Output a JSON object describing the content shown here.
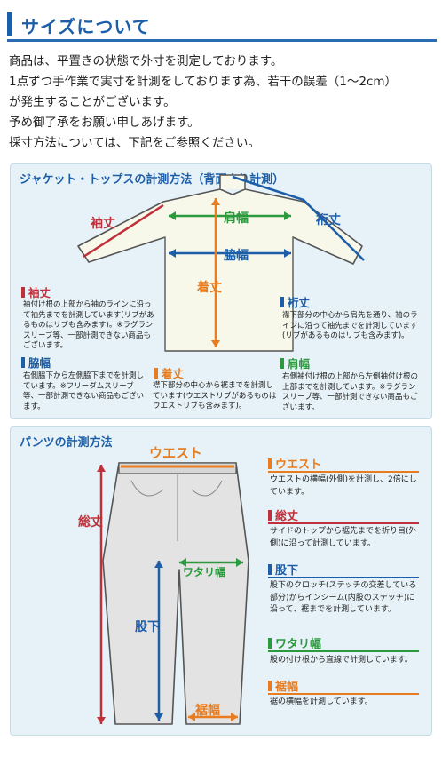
{
  "header": {
    "title": "サイズについて"
  },
  "intro": {
    "lines": [
      "商品は、平置きの状態で外寸を測定しております。",
      "1点ずつ手作業で実寸を計測をしております為、若干の誤差（1〜2cm）",
      "が発生することがございます。",
      "予め御了承をお願い申しあげます。",
      "採寸方法については、下記をご参照ください。"
    ]
  },
  "jacket": {
    "title": "ジャケット・トップスの計測方法（背面より計測）",
    "labels": {
      "sleeve": "袖丈",
      "shoulder": "肩幅",
      "yuki": "裄丈",
      "chest": "脇幅",
      "length": "着丈"
    },
    "items": [
      {
        "label": "袖丈",
        "text": "袖付け根の上部から袖のラインに沿って袖先までを計測しています(リブがあるものはリブも含みます)。※ラグランスリーブ等、一部計測できない商品もございます。"
      },
      {
        "label": "脇幅",
        "text": "右側脇下から左側脇下までを計測しています。※フリーダムスリーブ等、一部計測できない商品もございます。"
      },
      {
        "label": "着丈",
        "text": "襟下部分の中心から裾までを計測しています(ウエストリブがあるものはウエストリブも含みます)。"
      },
      {
        "label": "裄丈",
        "text": "襟下部分の中心から肩先を通り、袖のラインに沿って袖先までを計測しています(リブがあるものはリブも含みます)。"
      },
      {
        "label": "肩幅",
        "text": "右側袖付け根の上部から左側袖付け根の上部までを計測しています。※ラグランスリーブ等、一部計測できない商品もございます。"
      }
    ]
  },
  "pants": {
    "title": "パンツの計測方法",
    "labels": {
      "waist": "ウエスト",
      "outseam": "総丈",
      "thigh": "ワタリ幅",
      "inseam": "股下",
      "hem": "裾幅"
    },
    "items": [
      {
        "label": "ウエスト",
        "text": "ウエストの横幅(外側)を計測し、2倍にしています。"
      },
      {
        "label": "総丈",
        "text": "サイドのトップから裾先までを折り目(外側)に沿って計測しています。"
      },
      {
        "label": "股下",
        "text": "股下のクロッチ(ステッチの交差している部分)からインシーム(内股のステッチ)に沿って、裾までを計測しています。"
      },
      {
        "label": "ワタリ幅",
        "text": "股の付け根から直線で計測しています。"
      },
      {
        "label": "裾幅",
        "text": "裾の横幅を計測しています。"
      }
    ]
  },
  "colors": {
    "blue": "#1d5ea8",
    "red": "#c0303a",
    "orange": "#e87c1e",
    "green": "#2a9a3c",
    "panel": "#e6f2f7"
  }
}
